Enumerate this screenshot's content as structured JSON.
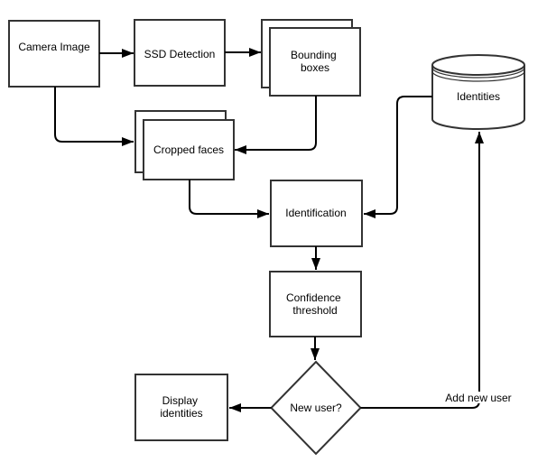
{
  "diagram": {
    "colors": {
      "background": "#ffffff",
      "shape_fill": "#ffffff",
      "shape_stroke": "#333333",
      "edge_stroke": "#000000",
      "text": "#000000"
    },
    "nodes": {
      "camera_image": {
        "label": "Camera Image",
        "type": "process"
      },
      "ssd_detection": {
        "label": "SSD Detection",
        "type": "process"
      },
      "bounding_boxes": {
        "lines": [
          "Bounding",
          "boxes"
        ],
        "type": "stacked-document"
      },
      "identities": {
        "label": "Identities",
        "type": "datastore"
      },
      "cropped_faces": {
        "label": "Cropped faces",
        "type": "stacked-document"
      },
      "identification": {
        "label": "Identification",
        "type": "process"
      },
      "confidence_threshold": {
        "lines": [
          "Confidence",
          "threshold"
        ],
        "type": "process"
      },
      "new_user": {
        "label": "New user?",
        "type": "decision"
      },
      "display_identities": {
        "lines": [
          "Display",
          "identities"
        ],
        "type": "process"
      }
    },
    "edges": {
      "add_new_user_label": "Add new user"
    }
  }
}
